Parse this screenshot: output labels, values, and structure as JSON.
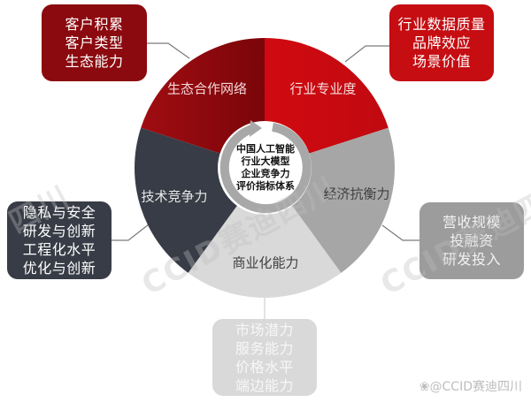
{
  "diagram": {
    "title_lines": [
      "中国人工智能",
      "行业大模型",
      "企业竞争力",
      "评价指标体系"
    ],
    "segments": [
      {
        "label": "生态合作网络",
        "color": "#8e0a10",
        "text_color": "#f3d6d6"
      },
      {
        "label": "行业专业度",
        "color": "#c80a10",
        "text_color": "#f5dede"
      },
      {
        "label": "经济抗衡力",
        "color": "#a6a6a6",
        "text_color": "#404040"
      },
      {
        "label": "商业化能力",
        "color": "#d9d9d9",
        "text_color": "#404040"
      },
      {
        "label": "技术竞争力",
        "color": "#383c46",
        "text_color": "#e8e8e8"
      }
    ],
    "boxes": {
      "ecosystem": {
        "color": "#8b0a0f",
        "lines": [
          "客户积累",
          "客户类型",
          "生态能力"
        ]
      },
      "industry": {
        "color": "#c50d12",
        "lines": [
          "行业数据质量",
          "品牌效应",
          "场景价值"
        ]
      },
      "economic": {
        "color": "#9c9c9c",
        "lines": [
          "营收规模",
          "投融资",
          "研发投入"
        ]
      },
      "commercial": {
        "color": "#d9d9d9",
        "lines": [
          "市场潜力",
          "服务能力",
          "价格水平",
          "端边能力"
        ]
      },
      "technology": {
        "color": "#383c46",
        "lines": [
          "隐私与安全",
          "研发与创新",
          "工程化水平",
          "优化与创新"
        ]
      }
    },
    "watermarks": [
      "CCID赛迪四川",
      "CCID赛迪四川",
      "四川"
    ],
    "credit": "@CCID赛迪四川"
  }
}
